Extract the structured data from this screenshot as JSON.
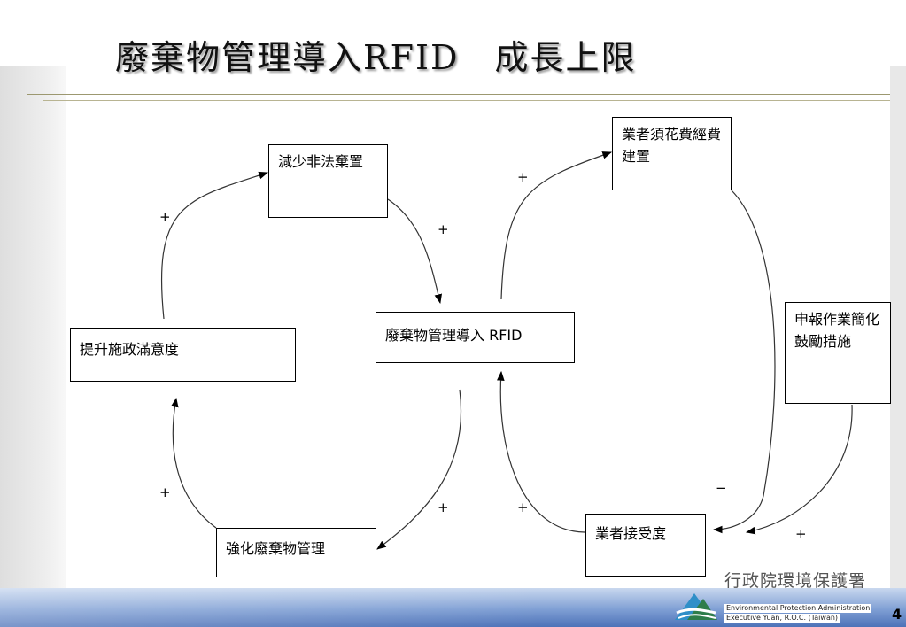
{
  "slide": {
    "title": "廢棄物管理導入RFID　成長上限",
    "page_number": "4"
  },
  "diagram": {
    "nodes": {
      "reduce_illegal_dumping": "減少非法棄置",
      "rfid": "廢棄物管理導入 RFID",
      "industry_cost": "業者須花費經費建置",
      "satisfaction": "提升施政滿意度",
      "reporting_incentive": "申報作業簡化鼓勵措施",
      "strengthen_management": "強化廢棄物管理",
      "industry_acceptance": "業者接受度"
    },
    "signs": {
      "satisfaction_to_reduce": "+",
      "reduce_to_rfid": "+",
      "rfid_to_cost": "+",
      "strengthen_to_satisfaction": "+",
      "rfid_to_strengthen": "+",
      "acceptance_to_rfid": "+",
      "cost_to_acceptance": "−",
      "incentive_to_acceptance": "+"
    }
  },
  "footer": {
    "org_zh": "行政院環境保護署",
    "org_en_line1": "Environmental Protection Administration",
    "org_en_line2": "Executive Yuan, R.O.C. (Taiwan)",
    "logo_colors": [
      "#2e7d4a",
      "#2f8fc8",
      "#ffffff"
    ]
  }
}
